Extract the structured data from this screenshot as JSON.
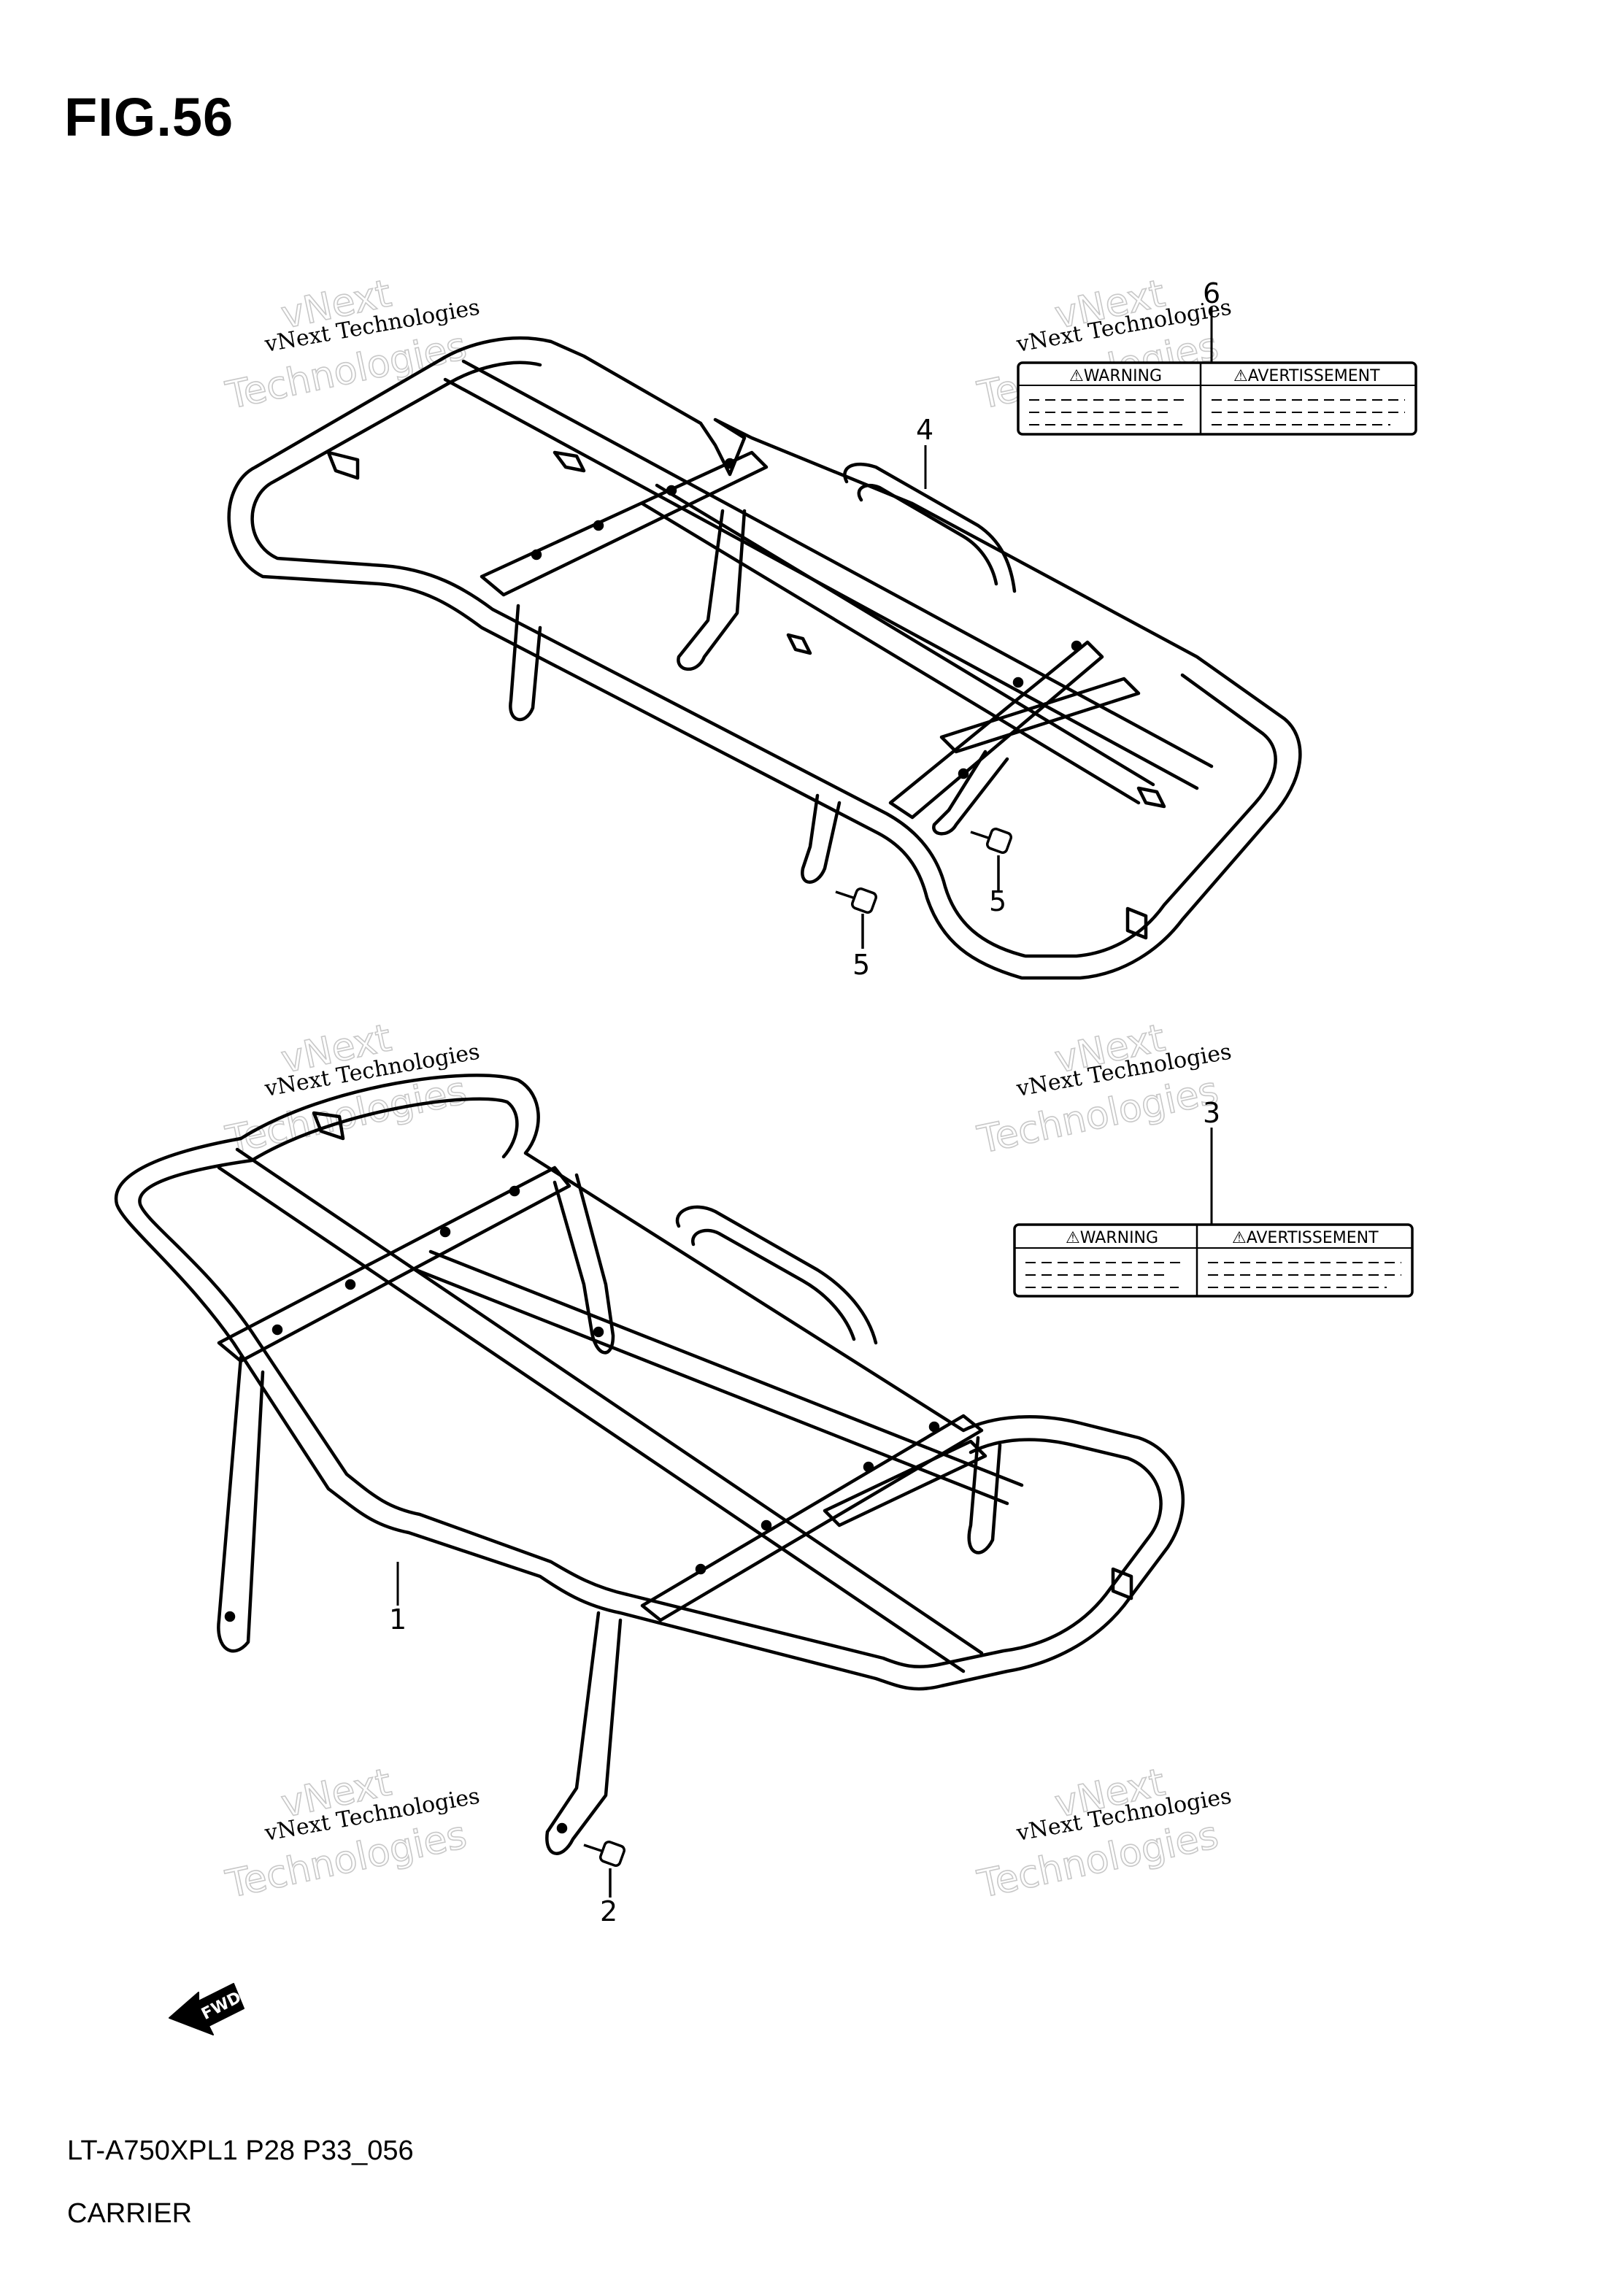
{
  "figure": {
    "title": "FIG.56",
    "model_code": "LT-A750XPL1 P28 P33_056",
    "name": "CARRIER"
  },
  "callouts": {
    "c1": "1",
    "c2": "2",
    "c3": "3",
    "c4": "4",
    "c5a": "5",
    "c5b": "5",
    "c6": "6"
  },
  "labels": {
    "warning": "⚠WARNING",
    "avertissement": "⚠AVERTISSEMENT"
  },
  "fwd": "FWD",
  "watermark": {
    "line1": "vNext",
    "line2": "vNext Technologies",
    "line3": "Technologies"
  }
}
